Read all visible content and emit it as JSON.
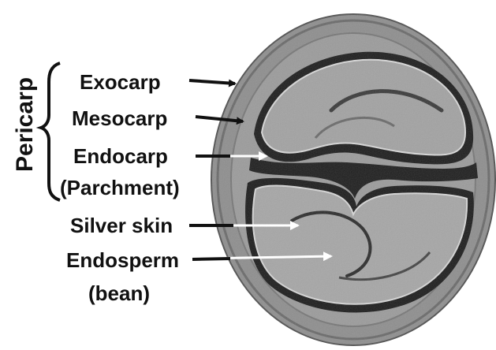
{
  "group_label": "Pericarp",
  "labels": {
    "exocarp": "Exocarp",
    "mesocarp": "Mesocarp",
    "endocarp": "Endocarp",
    "parchment": "(Parchment)",
    "silver_skin": "Silver skin",
    "endosperm": "Endosperm",
    "bean": "(bean)"
  },
  "colors": {
    "text": "#111111",
    "section_tissue": "#9a9a9a",
    "pericarp_outer": "#8f8f8f",
    "endosperm_tissue": "#a3a3a3",
    "cavity": "#1e1e1e",
    "black_arrow": "#111111",
    "white_arrow": "#ffffff"
  }
}
